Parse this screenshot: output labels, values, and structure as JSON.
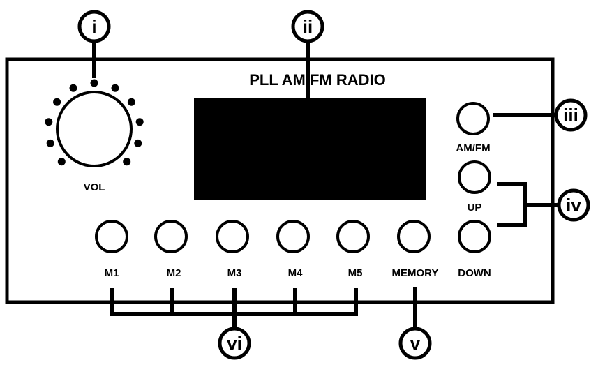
{
  "radio": {
    "title": "PLL AM/FM RADIO",
    "vol_label": "VOL",
    "am_fm_label": "AM/FM",
    "up_label": "UP",
    "down_label": "DOWN",
    "memory_label": "MEMORY",
    "presets": [
      "M1",
      "M2",
      "M3",
      "M4",
      "M5"
    ]
  },
  "callouts": {
    "i": "i",
    "ii": "ii",
    "iii": "iii",
    "iv": "iv",
    "v": "v",
    "vi": "vi"
  },
  "colors": {
    "ink": "#000000",
    "paper": "#ffffff",
    "display": "#000000"
  }
}
